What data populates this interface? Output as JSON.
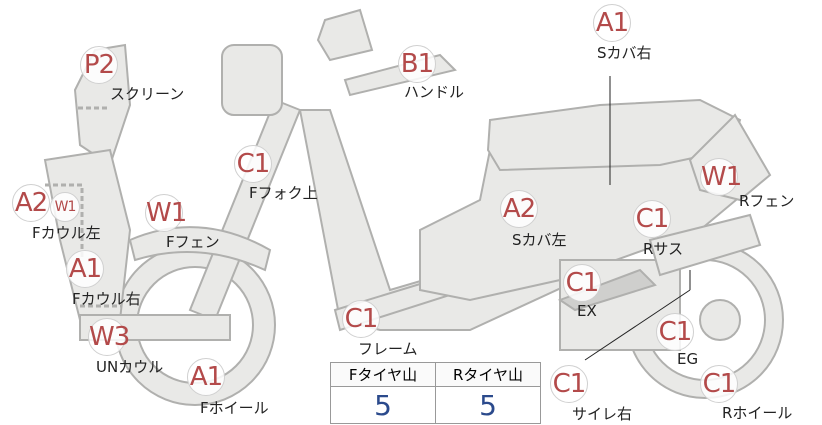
{
  "colors": {
    "part_fill": "#e9e9e7",
    "part_stroke": "#b0b0ae",
    "grade_text": "#b34a4a",
    "tire_value": "#2b4a8c"
  },
  "parts": [
    {
      "key": "s_cover_right",
      "grade": "A1",
      "label": "Sカバ右"
    },
    {
      "key": "screen",
      "grade": "P2",
      "label": "スクリーン"
    },
    {
      "key": "handle",
      "grade": "B1",
      "label": "ハンドル"
    },
    {
      "key": "f_fork_upper",
      "grade": "C1",
      "label": "Fフォク上"
    },
    {
      "key": "r_fender",
      "grade": "W1",
      "label": "Rフェン"
    },
    {
      "key": "f_cowl_left",
      "grade": "A2",
      "grade2": "W1",
      "label": "Fカウル左"
    },
    {
      "key": "f_fender",
      "grade": "W1",
      "label": "Fフェン"
    },
    {
      "key": "s_cover_left",
      "grade": "A2",
      "label": "Sカバ左"
    },
    {
      "key": "r_suspension",
      "grade": "C1",
      "label": "Rサス"
    },
    {
      "key": "f_cowl_right",
      "grade": "A1",
      "label": "Fカウル右"
    },
    {
      "key": "exhaust",
      "grade": "C1",
      "label": "EX"
    },
    {
      "key": "frame",
      "grade": "C1",
      "label": "フレーム"
    },
    {
      "key": "under_cowl",
      "grade": "W3",
      "label": "UNカウル"
    },
    {
      "key": "engine",
      "grade": "C1",
      "label": "EG"
    },
    {
      "key": "f_wheel",
      "grade": "A1",
      "label": "Fホイール"
    },
    {
      "key": "silencer_right",
      "grade": "C1",
      "label": "サイレ右"
    },
    {
      "key": "r_wheel",
      "grade": "C1",
      "label": "Rホイール"
    }
  ],
  "tire_table": {
    "headers": [
      "Fタイヤ山",
      "Rタイヤ山"
    ],
    "values": [
      "5",
      "5"
    ]
  }
}
